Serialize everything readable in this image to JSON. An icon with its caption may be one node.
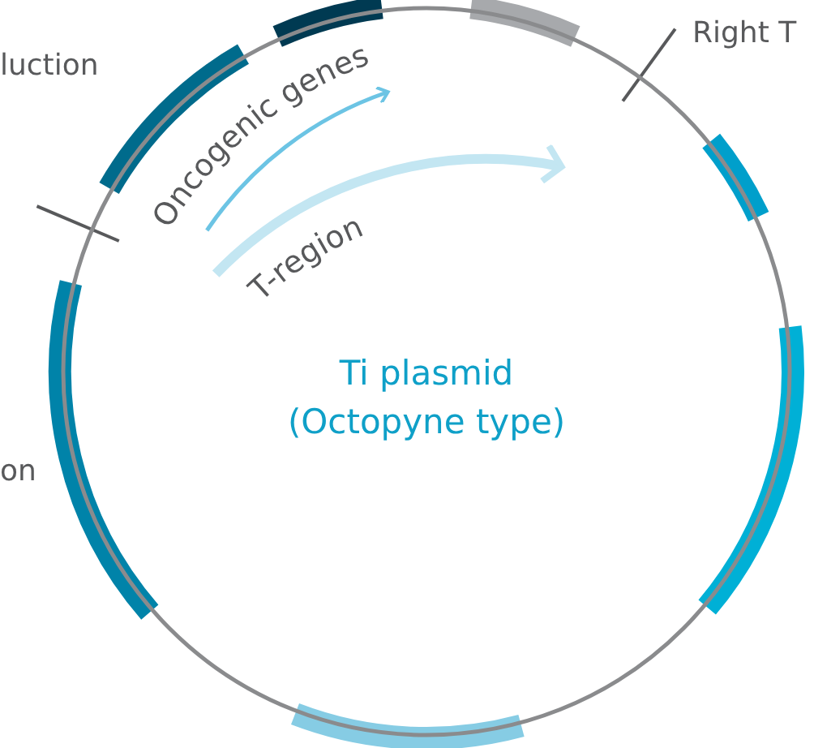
{
  "diagram": {
    "nodes": [
      {
        "text": [
          "Ti plasmid (Octopyne type)"
        ]
      }
    ],
    "labels": [
      "luction",
      "Oncogenic genes",
      "Right T",
      "T-region",
      "on"
    ]
  }
}
